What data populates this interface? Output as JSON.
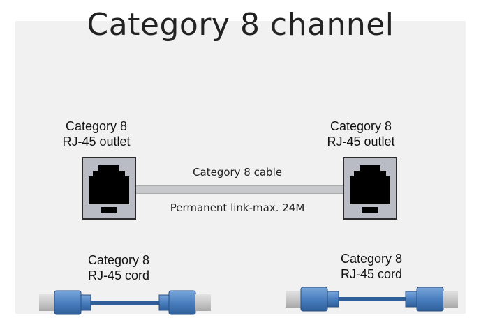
{
  "title": "Category 8 channel",
  "outlets": {
    "left": {
      "line1": "Category 8",
      "line2": "RJ-45 outlet"
    },
    "right": {
      "line1": "Category 8",
      "line2": "RJ-45 outlet"
    }
  },
  "cable": {
    "top_label": "Category 8 cable",
    "bottom_label": "Permanent link-max. 24M"
  },
  "cords": {
    "left": {
      "line1": "Category 8",
      "line2": "RJ-45 cord"
    },
    "right": {
      "line1": "Category 8",
      "line2": "RJ-45 cord"
    }
  },
  "colors": {
    "background": "#f1f1f1",
    "outlet_faceplate": "#b9bcc4",
    "jack": "#000000",
    "cable": "#c6c8cc",
    "cord_blue": "#4a7fbf",
    "cord_plug_gray": "#c8c8c8"
  }
}
